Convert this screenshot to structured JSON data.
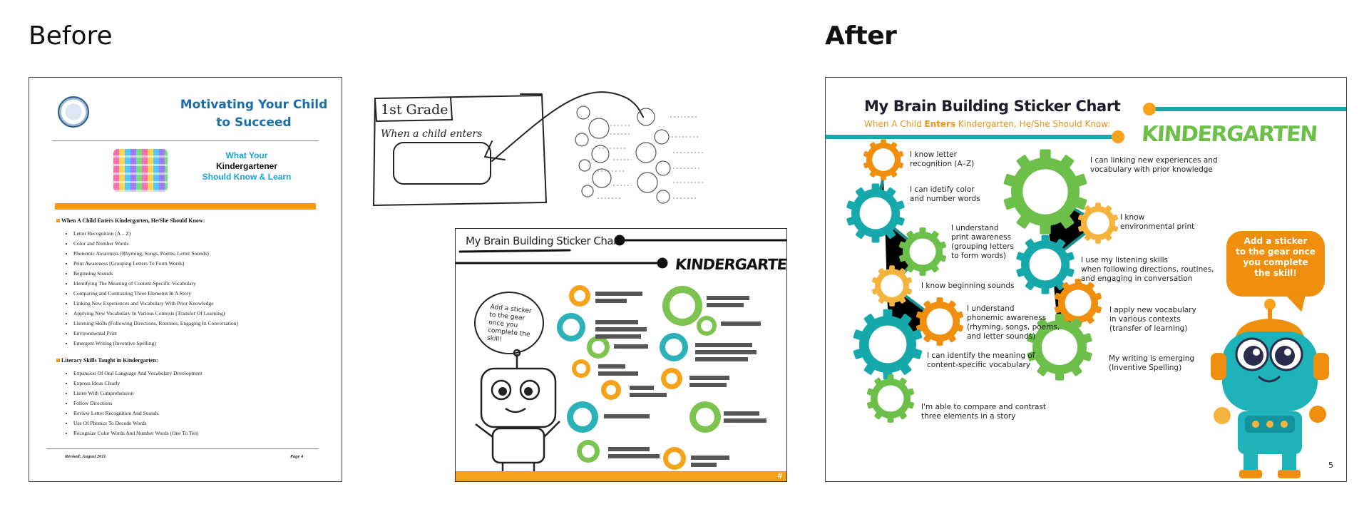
{
  "headings": {
    "before": "Before",
    "after": "After"
  },
  "before_doc": {
    "title_line1": "Motivating Your Child",
    "title_line2": "to Succeed",
    "what_your_line1": "What Your",
    "what_your_line2": "Kindergartener",
    "what_your_line3": "Should Know & Learn",
    "section1_heading": "When A Child Enters Kindergarten, He/She Should Know:",
    "section1_items": [
      "Letter Recognition (A – Z)",
      "Color and Number Words",
      "Phonemic Awareness (Rhyming, Songs, Poems, Letter Sounds)",
      "Print Awareness (Grouping Letters To Form Words)",
      "Beginning Sounds",
      "Identifying The Meaning of Content-Specific Vocabulary",
      "Comparing and Contrasting Three Elements In A Story",
      "Linking New Experiences and Vocabulary With Prior Knowledge",
      "Applying New Vocabulary In Various Contexts (Transfer Of Learning)",
      "Listening Skills (Following Directions, Routines, Engaging In Conversation)",
      "Environmental Print",
      "Emergent Writing (Inventive Spelling)"
    ],
    "section2_heading": "Literacy Skills Taught in Kindergarten:",
    "section2_items": [
      "Expansion Of Oral Language And Vocabulary Development",
      "Express Ideas Clearly",
      "Listen With Comprehension",
      "Follow Directions",
      "Review Letter Recognition And Sounds",
      "Use Of Phonics To Decode Words",
      "Recognize Color Words And Number Words (One To Ten)"
    ],
    "footer_left": "Revised: August 2011",
    "footer_right": "Page 4"
  },
  "sketch": {
    "grade_label": "1st Grade",
    "handwriting": "When a child enters"
  },
  "wireframe": {
    "title": "My Brain Building Sticker Chart",
    "kindergarten": "KINDERGARTEN",
    "bubble": "Add a sticker to the gear once you complete the skill!"
  },
  "after_chart": {
    "title": "My Brain Building Sticker Chart",
    "subtitle_pre": "When A Child ",
    "subtitle_bold": "Enters",
    "subtitle_post": " Kindergarten, He/She Should Know:",
    "kindergarten": "KINDERGARTEN",
    "skills": [
      "I know letter\nrecognition (A–Z)",
      "I can idetify color\nand number words",
      "I understand\nprint awareness\n(grouping letters\nto form words)",
      "I know beginning sounds",
      "I understand\nphonemic awareness\n(rhyming, songs, poems,\nand letter sounds)",
      "I can identify the meaning of\ncontent-specific vocabulary",
      "I'm able to compare and contrast\nthree elements in a story",
      "I can linking new experiences and\nvocabulary with prior knowledge",
      "I know\nenvironmental print",
      "I use my listening skills\nwhen following directions, routines,\nand engaging in conversation",
      "I apply new vocabulary\nin various contexts\n(transfer of learning)",
      "My writing is emerging\n(Inventive Spelling)"
    ],
    "bubble": "Add a sticker\nto the gear once\nyou complete\nthe skill!",
    "page_number": "5",
    "colors": {
      "teal": "#16a9ab",
      "orange": "#f08f0d",
      "green": "#6cc04a",
      "gold": "#f3b33d"
    }
  }
}
